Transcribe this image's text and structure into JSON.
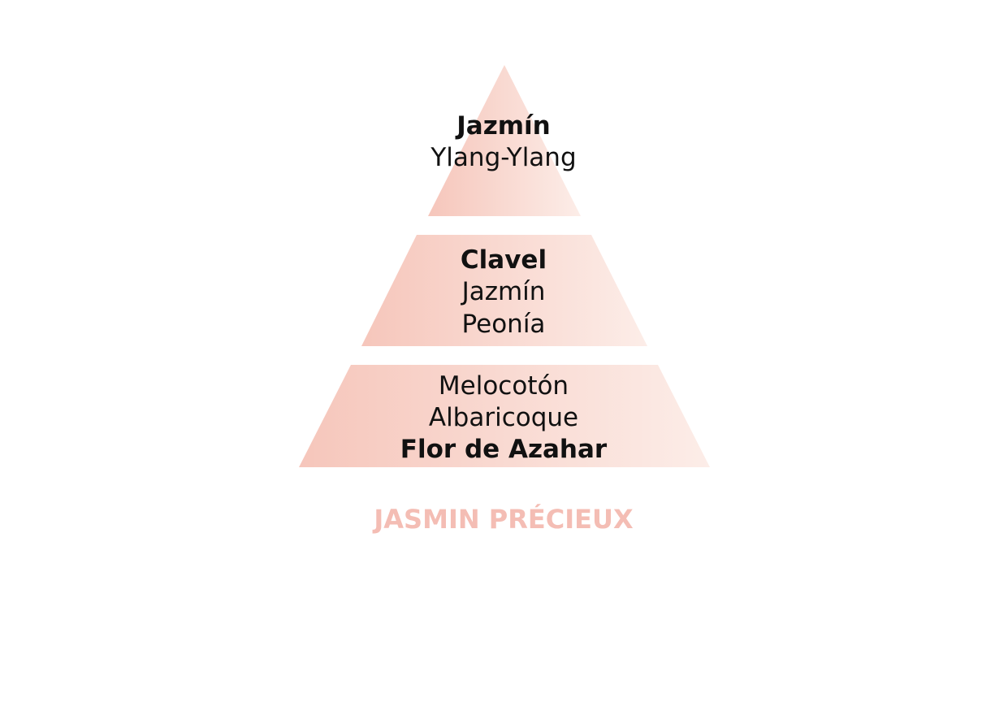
{
  "colors": {
    "tier_gradient_start": "#f6c6bb",
    "tier_gradient_end": "#fcede8",
    "text": "#111111",
    "title": "#f4bdb4"
  },
  "pyramid": {
    "top": [
      {
        "label": "Jazmín",
        "bold": true
      },
      {
        "label": "Ylang-Ylang",
        "bold": false
      }
    ],
    "middle": [
      {
        "label": "Clavel",
        "bold": true
      },
      {
        "label": "Jazmín",
        "bold": false
      },
      {
        "label": "Peonía",
        "bold": false
      }
    ],
    "base": [
      {
        "label": "Melocotón",
        "bold": false
      },
      {
        "label": "Albaricoque",
        "bold": false
      },
      {
        "label": "Flor de Azahar",
        "bold": true
      }
    ]
  },
  "title": "JASMIN PRÉCIEUX"
}
